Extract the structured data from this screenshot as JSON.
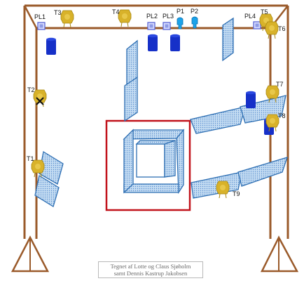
{
  "colors": {
    "truss": "#9a5a2a",
    "pane_fill": "#b7d3ee",
    "pane_stroke": "#2e6fb3",
    "bounding_box": "#c1121b",
    "lamp_yellow": "#d8b22a",
    "drum_blue": "#1630c8",
    "profile_blue": "#1ca3ea",
    "pixel_box": "#8f9be6"
  },
  "labels": {
    "pl1": "PL1",
    "pl2": "PL2",
    "pl3": "PL3",
    "pl4": "PL4",
    "p1": "P1",
    "p2": "P2",
    "t1": "T1",
    "t2": "T2",
    "t3": "T3",
    "t4": "T4",
    "t5": "T5",
    "t6": "T6",
    "t7": "T7",
    "t8": "T8",
    "t9": "T9"
  },
  "caption": {
    "line1": "Tegnet af Lotte og Claus Sjøholm",
    "line2": "samt Dennis Kastrup Jakobsen"
  }
}
